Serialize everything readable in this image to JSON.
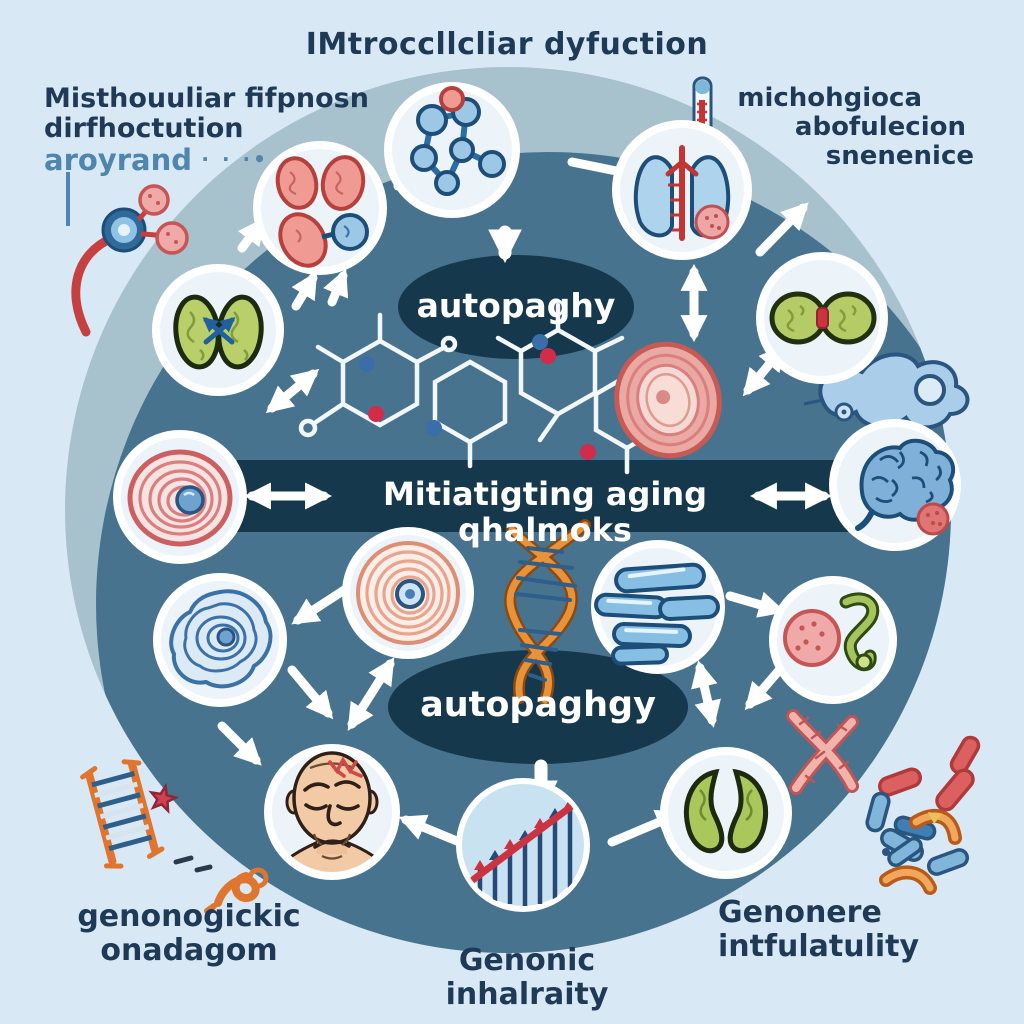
{
  "title": "IMtroccllcliar dyfuction",
  "top_left": {
    "line1": "Misthouuliar fifpnosn",
    "line2": "dirfhoctution",
    "line3": "aroyrand",
    "dots": "· · ·•"
  },
  "top_right": {
    "line1": "michohgioca",
    "line2": "abofulecion",
    "line3": "snenenice"
  },
  "center": {
    "top_oval": "autopaghy",
    "band": "Mitiatigting aging qhalmoks",
    "bottom_oval": "autopaghgy"
  },
  "bottom_left": {
    "line1": "genonogickic",
    "line2": "onadagom"
  },
  "bottom_center": {
    "label": "Genonic inhalraity"
  },
  "bottom_right": {
    "line1": "Genonere",
    "line2": "intfulatulity"
  },
  "colors": {
    "background": "#d8e8f4",
    "main_circle": "#47738f",
    "circle_highlight": "#a7c1cd",
    "dark_panel": "#16384c",
    "text_navy": "#1e3a56",
    "text_blue": "#4e86ad",
    "white": "#ffffff",
    "red": "#c54040",
    "pink_cell": "#efa9a9",
    "green": "#aac75b",
    "icon_blue": "#7fb6d9",
    "orange": "#e0752f"
  },
  "icon_names": [
    "mitochondria-cluster-icon",
    "cell-network-icon",
    "lungs-thermometer-icon",
    "dividing-cell-icon",
    "amoeba-icon",
    "brain-icon",
    "green-lungs-icon",
    "red-senescent-cell-icon",
    "blue-senescent-cell-icon",
    "salmon-senescent-cell-icon",
    "pink-oval-cell-icon",
    "aged-man-icon",
    "rising-graph-icon",
    "telomere-capsules-icon",
    "stem-cell-worm-icon",
    "kidney-beans-icon",
    "molecule-structure",
    "dna-helix",
    "receptor-target-icon",
    "dna-ladder-icon",
    "star-icon",
    "orange-squiggle-icon",
    "bacteria-cluster-icon",
    "chromosome-icon",
    "thermometer-icon"
  ]
}
